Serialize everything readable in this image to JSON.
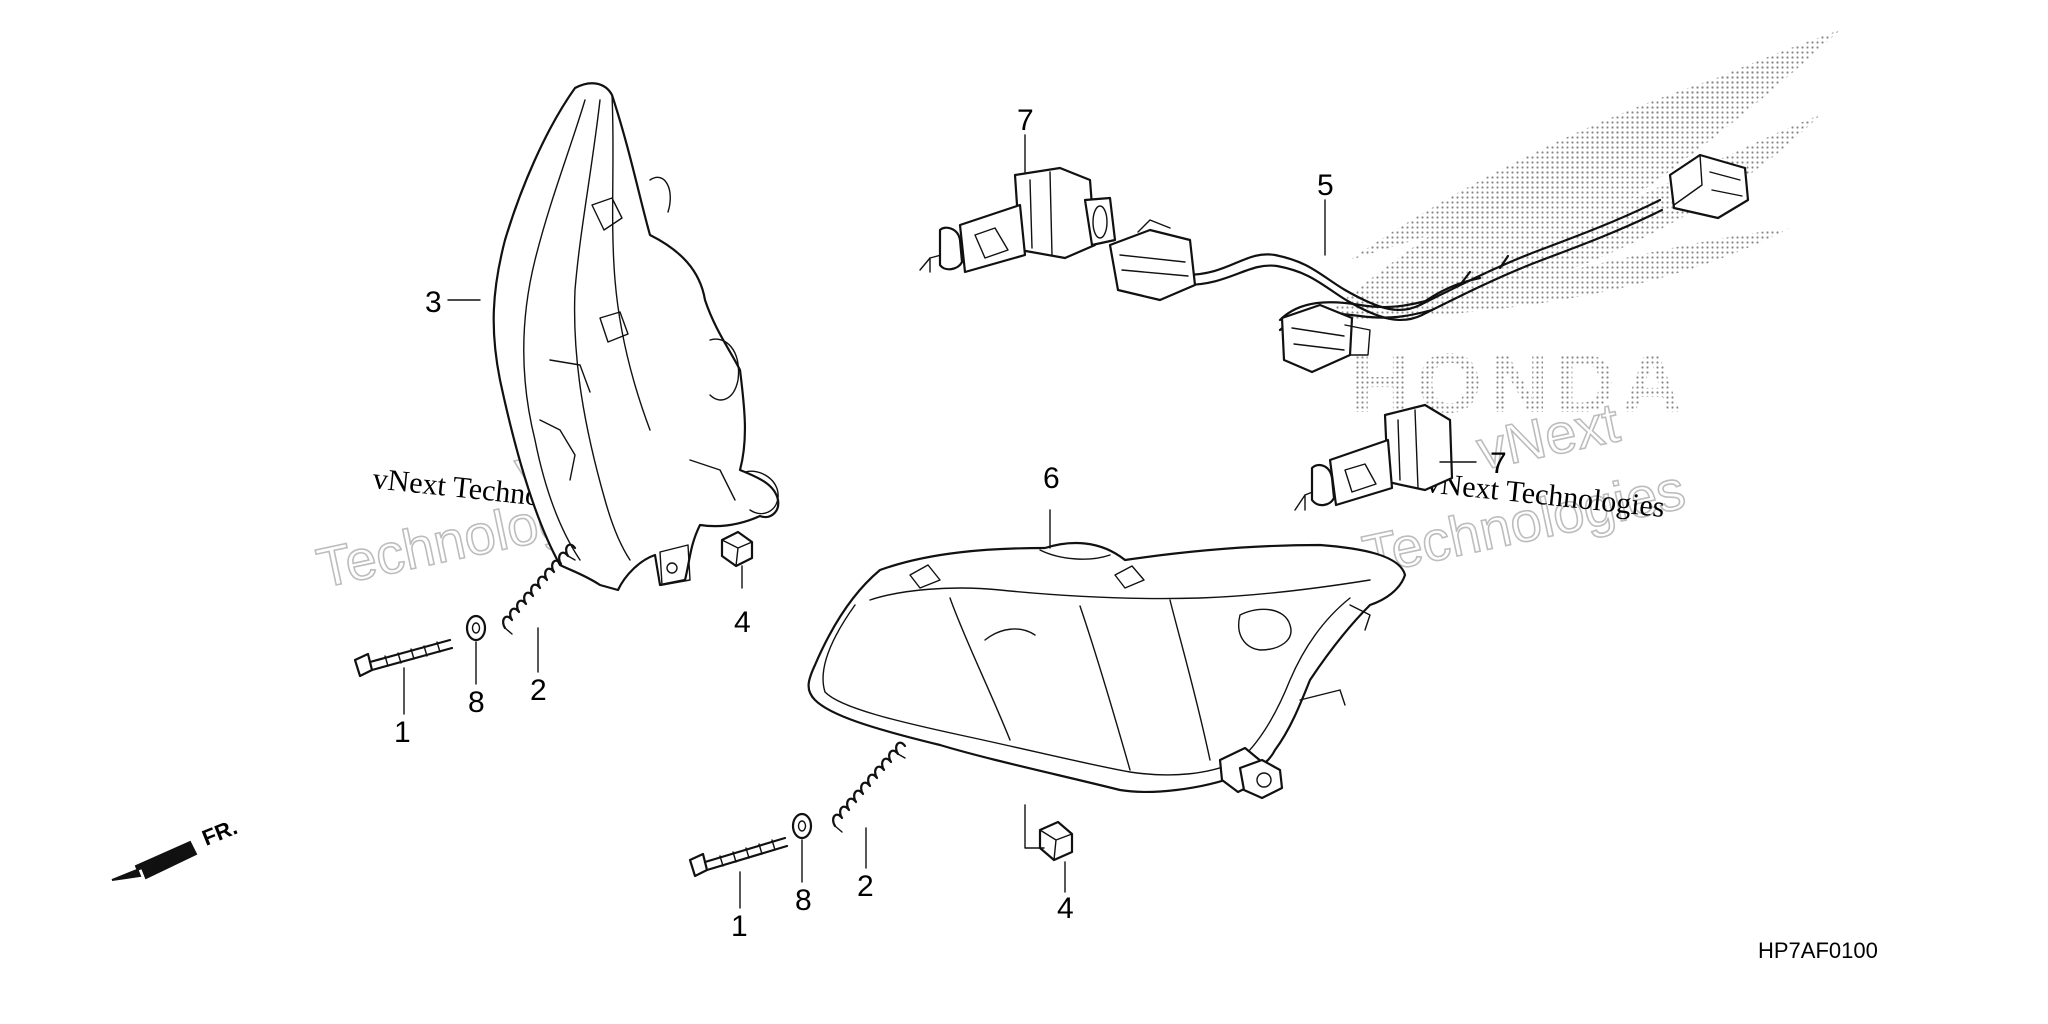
{
  "callouts": {
    "c1a": "1",
    "c1b": "1",
    "c2a": "2",
    "c2b": "2",
    "c3": "3",
    "c4a": "4",
    "c4b": "4",
    "c5": "5",
    "c6": "6",
    "c7a": "7",
    "c7b": "7",
    "c8a": "8",
    "c8b": "8"
  },
  "front_marker": "FR.",
  "brand_text": "HONDA",
  "reference_code": "HP7AF0100",
  "watermark": {
    "vnext": "vNext",
    "technologies": "Technologies",
    "small": "vNext Technologies"
  },
  "icons": [
    "front-direction-arrow-icon",
    "honda-wing-logo"
  ],
  "colors": {
    "line": "#111111",
    "watermark": "#bdbdbd",
    "background": "#ffffff"
  }
}
